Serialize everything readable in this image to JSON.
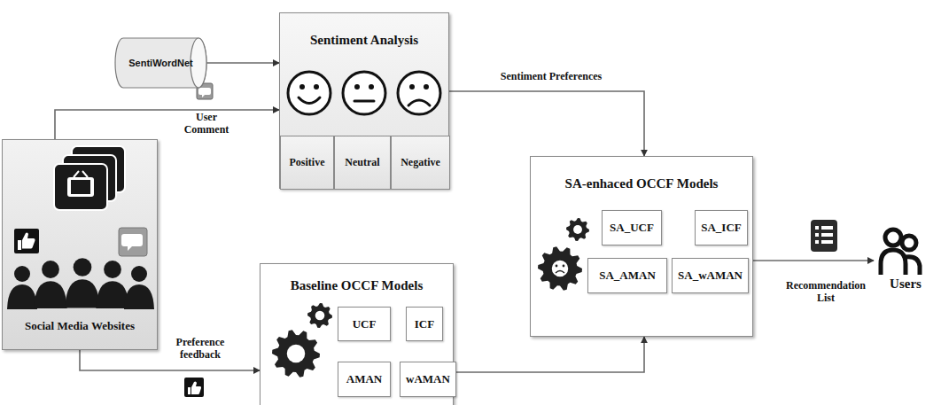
{
  "diagram": {
    "nodes": [
      {
        "text": [
          "SentiWordNet"
        ]
      },
      {
        "text": [
          "Sentiment Analysis"
        ]
      },
      {
        "text": [
          "Positive"
        ],
        "in": 1
      },
      {
        "text": [
          "Neutral"
        ],
        "in": 1
      },
      {
        "text": [
          "Negative"
        ],
        "in": 1
      },
      {
        "text": [
          "Social Media Websites"
        ]
      },
      {
        "text": [
          "Baseline OCCF Models"
        ]
      },
      {
        "text": [
          "UCF"
        ],
        "in": 6
      },
      {
        "text": [
          "ICF"
        ],
        "in": 6
      },
      {
        "text": [
          "AMAN"
        ],
        "in": 6
      },
      {
        "text": [
          "wAMAN"
        ],
        "in": 6
      },
      {
        "text": [
          "SA-enhaced OCCF Models"
        ]
      },
      {
        "text": [
          "SA_UCF"
        ],
        "in": 11
      },
      {
        "text": [
          "SA_ICF"
        ],
        "in": 11
      },
      {
        "text": [
          "SA_AMAN"
        ],
        "in": 11
      },
      {
        "text": [
          "SA_wAMAN"
        ],
        "in": 11
      },
      {
        "text": [
          "Users"
        ]
      }
    ],
    "edges": [
      {
        "from": 0,
        "to": 1,
        "arrow": "to"
      },
      {
        "from": 5,
        "to": 1,
        "label": "User Comment",
        "arrow": "to"
      },
      {
        "from": 1,
        "to": 11,
        "label": "Sentiment Preferences",
        "arrow": "to"
      },
      {
        "from": 5,
        "to": 6,
        "label": "Preference feedback",
        "arrow": "to"
      },
      {
        "from": 6,
        "to": 11,
        "arrow": "to"
      },
      {
        "from": 11,
        "to": 16,
        "label": "Recommendation List",
        "arrow": "to"
      }
    ]
  }
}
